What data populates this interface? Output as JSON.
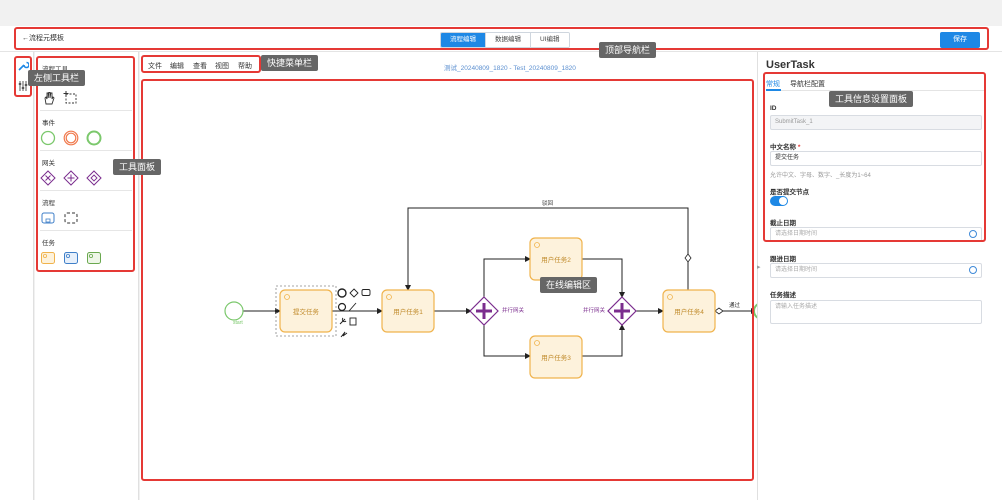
{
  "header": {
    "back_label": "←流程元模板",
    "tabs": [
      {
        "label": "流程编辑",
        "active": true
      },
      {
        "label": "数据编辑",
        "active": false
      },
      {
        "label": "UI编辑",
        "active": false
      }
    ],
    "save_label": "保存"
  },
  "tool_panel": {
    "title": "流程工具",
    "sections": [
      {
        "label": "事件"
      },
      {
        "label": "网关"
      },
      {
        "label": "流程"
      },
      {
        "label": "任务"
      }
    ]
  },
  "menu": {
    "items": [
      "文件",
      "编辑",
      "查看",
      "视图",
      "帮助"
    ],
    "diagram_title": "测试_20240809_1820 - Test_20240809_1820"
  },
  "diagram": {
    "start_label": "start",
    "submit_task": "提交任务",
    "user_task_1": "用户任务1",
    "user_task_2": "用户任务2",
    "user_task_3": "用户任务3",
    "user_task_4": "用户任务4",
    "gateway_1_label": "并行网关",
    "gateway_2_label": "并行网关",
    "reject_label": "驳回",
    "pass_label": "通过"
  },
  "properties": {
    "heading": "UserTask",
    "tabs": [
      {
        "label": "常规",
        "active": true
      },
      {
        "label": "导航栏配置",
        "active": false
      }
    ],
    "id_label": "ID",
    "id_value": "SubmitTask_1",
    "name_label": "中文名称",
    "name_required": "*",
    "name_value": "提交任务",
    "name_hint": "允许中文、字母、数字、_长度为1~64",
    "submit_node_label": "是否提交节点",
    "submit_node_on": true,
    "deadline_label": "截止日期",
    "deadline_placeholder": "请选择日期时间",
    "follow_label": "跟进日期",
    "follow_placeholder": "请选择日期时间",
    "desc_label": "任务描述",
    "desc_placeholder": "请输入任务描述"
  },
  "annotations": {
    "top_nav": "顶部导航栏",
    "left_toolbar": "左侧工具栏",
    "tool_panel": "工具面板",
    "quick_menu": "快捷菜单栏",
    "canvas": "在线编辑区",
    "settings_panel": "工具信息设置面板"
  },
  "colors": {
    "accent": "#1e88e5",
    "annotation_red": "#e53935",
    "task_fill": "#fdf2dc",
    "task_stroke": "#f0b34c",
    "gateway": "#7b2d8e",
    "start_event": "#7bc86c"
  }
}
